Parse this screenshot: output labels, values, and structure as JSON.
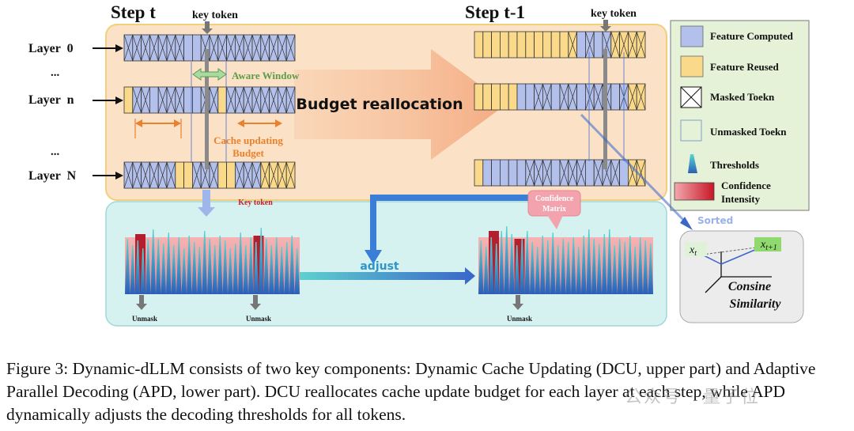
{
  "top": {
    "step_t": "Step t",
    "step_t1": "Step t-1",
    "key_token": "key token",
    "aware_window": "Aware Window",
    "budget_reallocation": "Budget reallocation",
    "cache_updating": "Cache updating",
    "budget": "Budget",
    "layers": [
      "Layer  0",
      "...",
      "Layer  n",
      "...",
      "Layer  N"
    ]
  },
  "legend": {
    "items": [
      {
        "label": "Feature Computed",
        "color": "#b3c0eb"
      },
      {
        "label": "Feature Reused",
        "color": "#fbd98a"
      },
      {
        "label": "Masked Toekn"
      },
      {
        "label": "Unmasked Toekn"
      },
      {
        "label": "Thresholds"
      },
      {
        "label": "Confidence",
        "label2": "Intensity"
      }
    ]
  },
  "bottom": {
    "key_token": "Key token",
    "confidence_matrix_1": "Confidence",
    "confidence_matrix_2": "Matrix",
    "adjust": "adjust",
    "unmask": "Unmask",
    "sorted": "Sorted",
    "consine_1": "Consine",
    "consine_2": "Similarity"
  },
  "caption": "Figure 3: Dynamic-dLLM consists of two key components: Dynamic Cache Updating (DCU, upper part) and Adaptive Parallel Decoding (APD, lower part). DCU reallocates cache update budget for each layer at each step, while APD dynamically adjusts the decoding thresholds for all tokens.",
  "watermark": "公众号 · 量子位",
  "colors": {
    "computed": "#b3c0eb",
    "reused": "#fbd98a",
    "top_panel": "#fbe3c9",
    "bottom_panel": "#d6f2f0",
    "legend_bg": "#e6f2da",
    "teal": "#4fb8c0",
    "red": "#b82030",
    "blue_arrow": "#3f7ed4",
    "orange": "#e8822e",
    "green": "#8dc96a"
  }
}
